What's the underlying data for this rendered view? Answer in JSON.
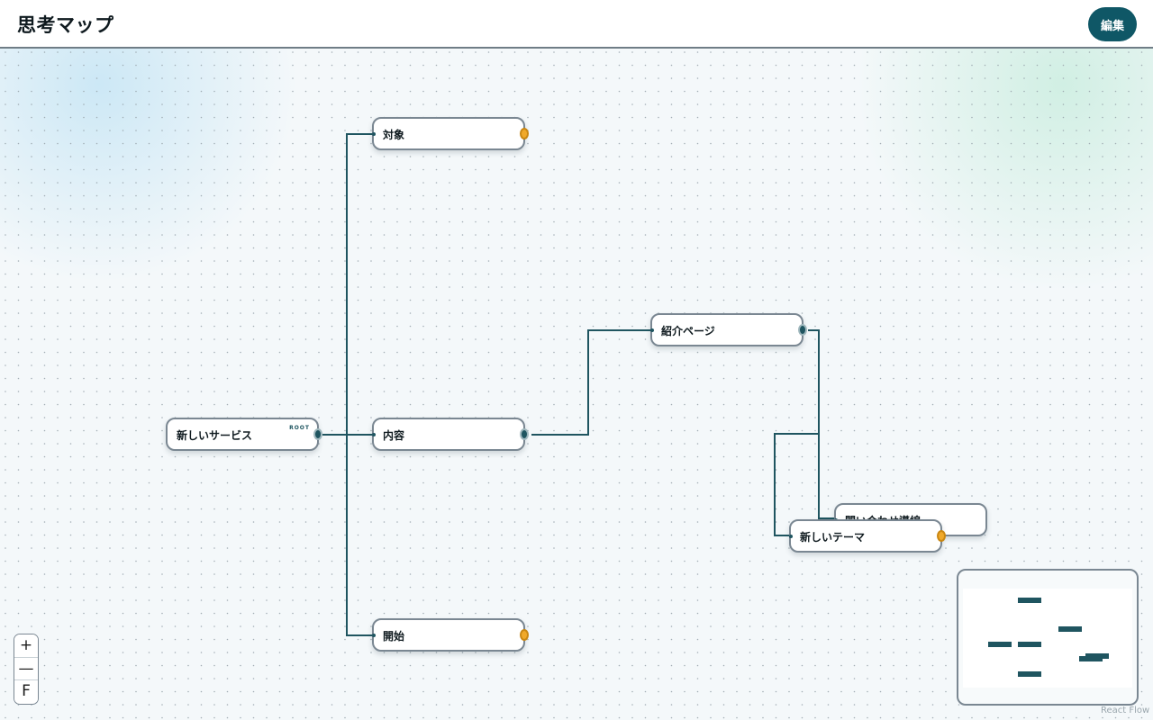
{
  "header": {
    "title": "思考マップ",
    "edit_label": "編集"
  },
  "nodes": {
    "root": {
      "label": "新しいサービス",
      "badge": "ROOT"
    },
    "target": {
      "label": "対象"
    },
    "content": {
      "label": "内容"
    },
    "start": {
      "label": "開始"
    },
    "intro_page": {
      "label": "紹介ページ"
    },
    "contact_flow": {
      "label": "問い合わせ導線"
    },
    "new_theme": {
      "label": "新しいテーマ"
    }
  },
  "zoom_controls": {
    "zoom_in": "+",
    "zoom_out": "—",
    "fit_view": "F"
  },
  "attribution": "React Flow",
  "colors": {
    "accent": "#0f5766",
    "edge": "#1f5560",
    "leaf_handle": "#f0a92a",
    "node_border": "#7a8792"
  }
}
